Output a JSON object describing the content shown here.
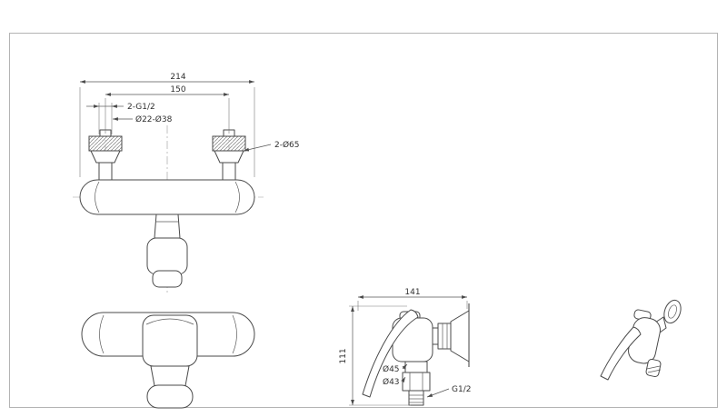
{
  "colors": {
    "background": "#ffffff",
    "drawing_line": "#4a4a4a",
    "dimension_text": "#2f2f2f",
    "border": "#b4b4b4"
  },
  "top_view": {
    "dim_overall_width": "214",
    "dim_center_distance": "150",
    "dim_inlet_thread": "2-G1/2",
    "dim_inlet_diameters": "Ø22-Ø38",
    "dim_escutcheon_diameter": "2-Ø65"
  },
  "side_view": {
    "dim_depth": "141",
    "dim_height": "111",
    "dim_body_diameter": "Ø45",
    "dim_nut_diameter": "Ø43",
    "dim_outlet_thread": "G1/2"
  }
}
